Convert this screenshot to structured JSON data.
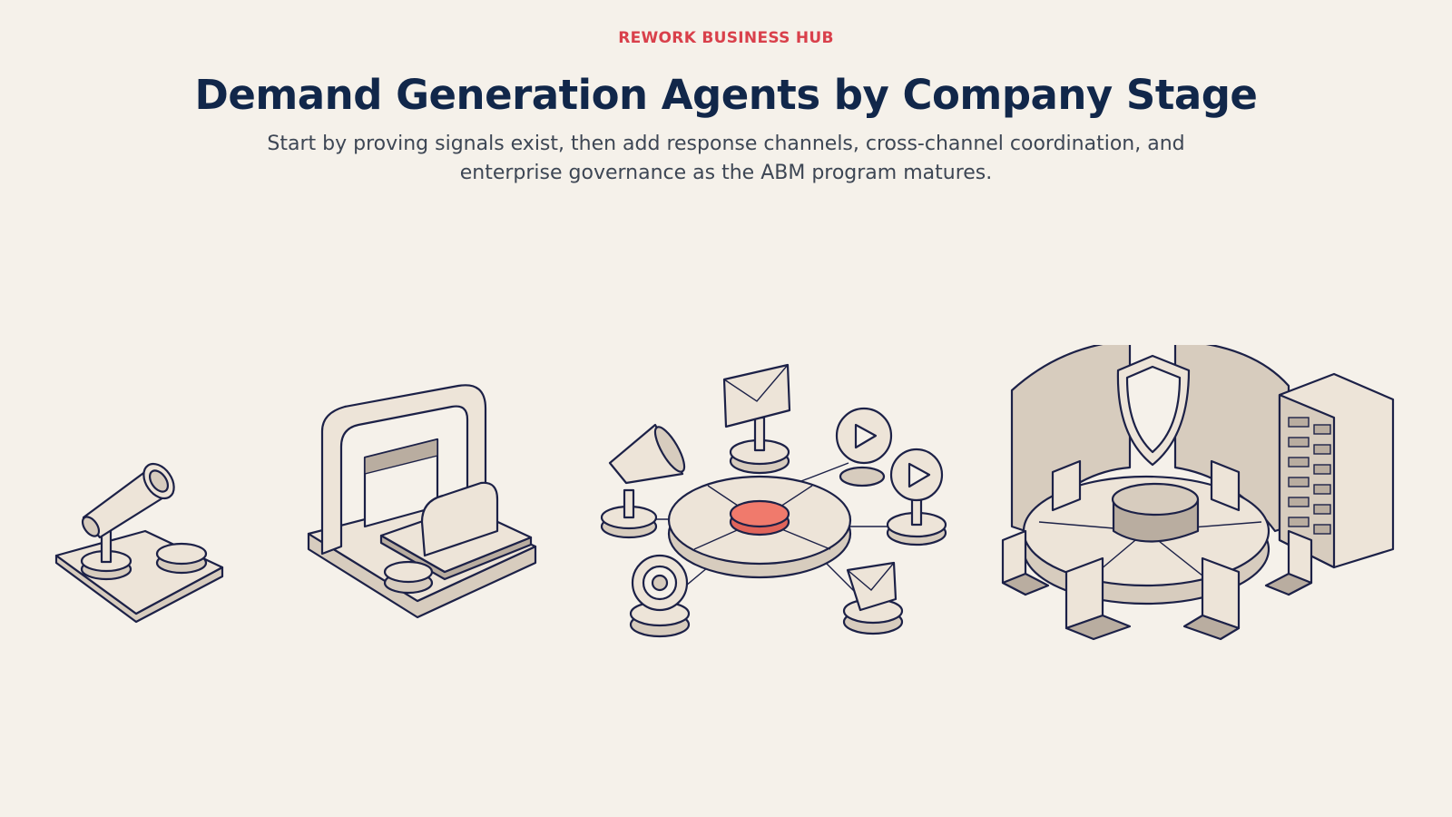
{
  "header": {
    "eyebrow": "REWORK BUSINESS HUB",
    "title": "Demand Generation Agents by Company Stage",
    "subtitle": "Start by proving signals exist, then add response channels, cross-channel coordination, and enterprise governance as the ABM program matures."
  },
  "colors": {
    "background": "#f5f1ea",
    "accent": "#d9404b",
    "title": "#11274a",
    "outline": "#1c2147",
    "fill_light": "#ede4d8",
    "fill_mid": "#d7ccbe",
    "fill_dark": "#b9ada0",
    "hub_center": "#f07a6c"
  },
  "stages": [
    {
      "illustration": "telescope-on-platform-icon"
    },
    {
      "illustration": "archway-with-panel-icon"
    },
    {
      "illustration": "channel-hub-network-icon"
    },
    {
      "illustration": "governance-council-icon"
    }
  ]
}
